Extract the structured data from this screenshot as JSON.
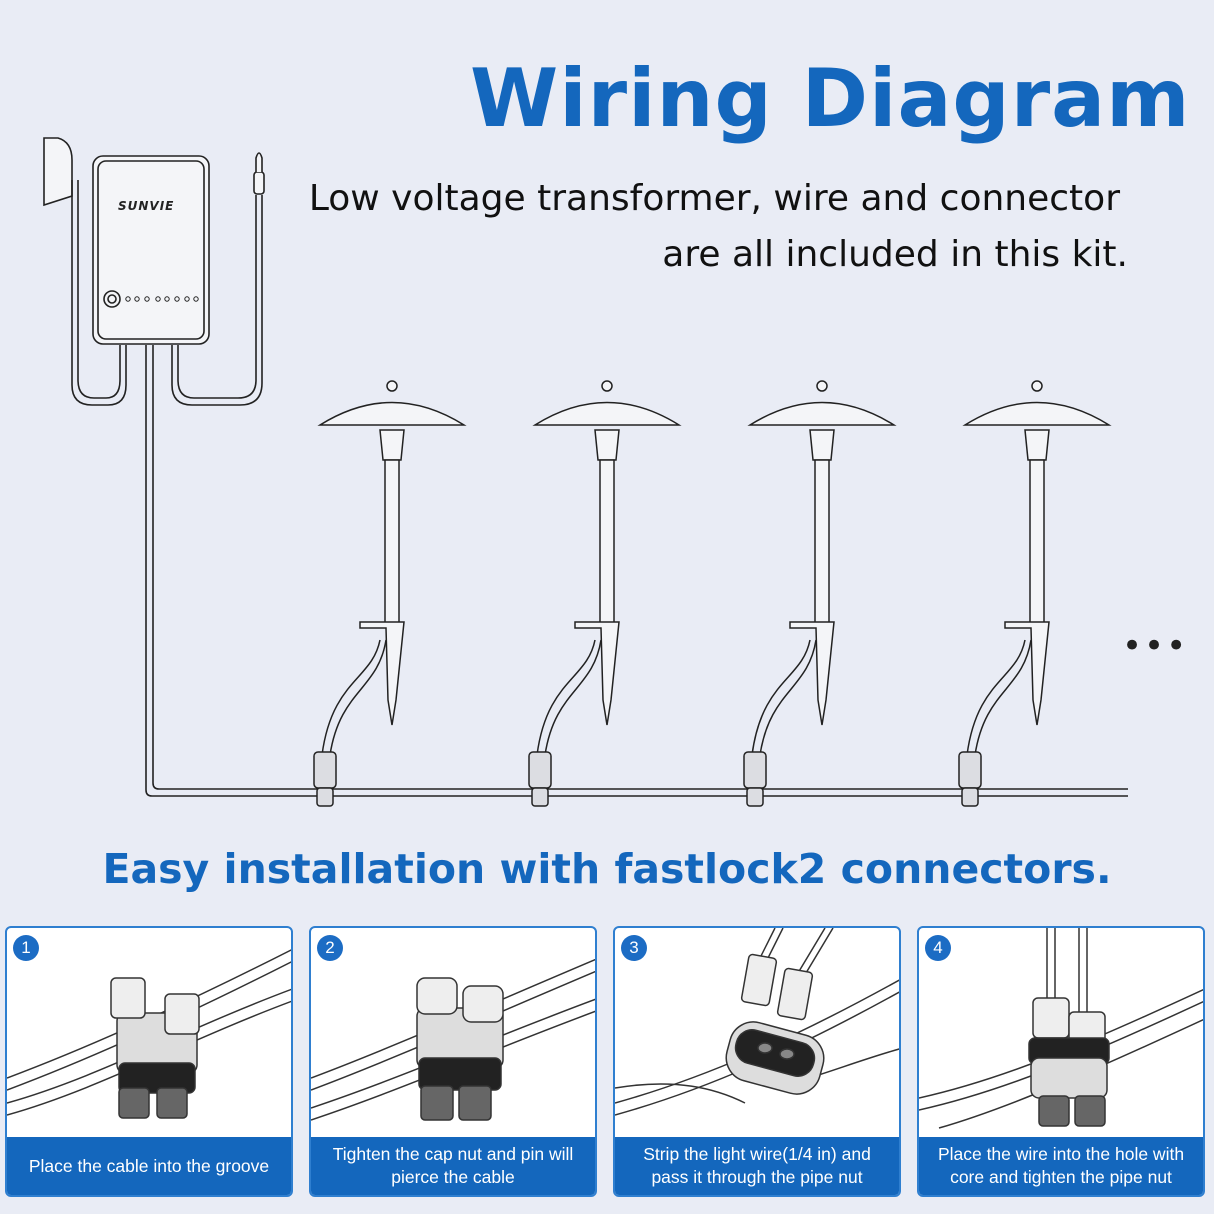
{
  "header": {
    "title": "Wiring Diagram",
    "subtitle_line1": "Low voltage transformer, wire and connector",
    "subtitle_line2": "are all included in this kit."
  },
  "transformer": {
    "brand": "SUNVIE"
  },
  "more_indicator": "•••",
  "section_title": "Easy installation with fastlock2 connectors.",
  "steps": [
    {
      "number": "1",
      "caption": "Place the cable into the groove"
    },
    {
      "number": "2",
      "caption": "Tighten the cap nut and pin will pierce the cable"
    },
    {
      "number": "3",
      "caption": "Strip the light wire(1/4 in) and pass it through the pipe nut"
    },
    {
      "number": "4",
      "caption": "Place the wire into the hole with core and tighten the pipe nut"
    }
  ],
  "colors": {
    "accent": "#1467bd",
    "background": "#e9ecf5"
  }
}
